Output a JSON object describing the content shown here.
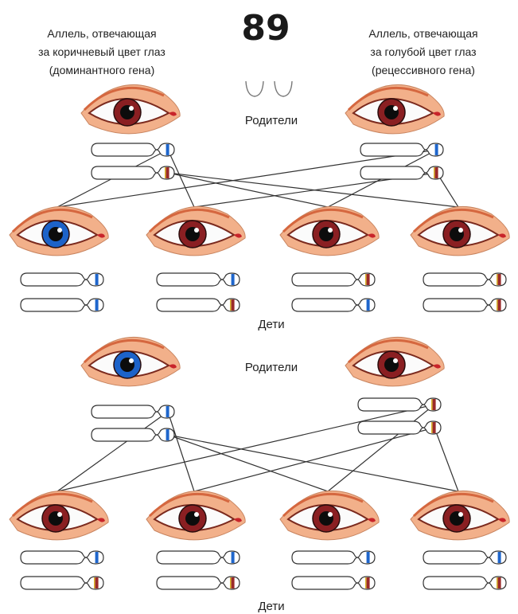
{
  "figure_number": "89",
  "legend_left": [
    "Аллель, отвечающая",
    "за коричневый цвет глаз",
    "(доминантного гена)"
  ],
  "legend_right": [
    "Аллель, отвечающая",
    "за голубой цвет глаз",
    "(рецессивного гена)"
  ],
  "parents_label": "Родители",
  "children_label": "Дети",
  "colors": {
    "brown_iris": "#8a1f22",
    "blue_iris": "#1d63c9",
    "skin": "#f2b08a",
    "lid": "#d5673f",
    "brown_allele": "#9a2a2a",
    "blue_allele": "#1f66cc",
    "line": "#333333"
  },
  "panels": [
    {
      "parents": [
        {
          "iris": "brown",
          "chromosomes": [
            "blue",
            "brown"
          ]
        },
        {
          "iris": "brown",
          "chromosomes": [
            "blue",
            "brown"
          ]
        }
      ],
      "children": [
        {
          "iris": "blue",
          "chromosomes": [
            "blue",
            "blue"
          ]
        },
        {
          "iris": "brown",
          "chromosomes": [
            "blue",
            "brown"
          ]
        },
        {
          "iris": "brown",
          "chromosomes": [
            "brown",
            "blue"
          ]
        },
        {
          "iris": "brown",
          "chromosomes": [
            "brown",
            "brown"
          ]
        }
      ]
    },
    {
      "parents": [
        {
          "iris": "blue",
          "chromosomes": [
            "blue",
            "blue"
          ]
        },
        {
          "iris": "brown",
          "chromosomes": [
            "brown",
            "brown"
          ]
        }
      ],
      "children": [
        {
          "iris": "brown",
          "chromosomes": [
            "blue",
            "brown"
          ]
        },
        {
          "iris": "brown",
          "chromosomes": [
            "blue",
            "brown"
          ]
        },
        {
          "iris": "brown",
          "chromosomes": [
            "blue",
            "brown"
          ]
        },
        {
          "iris": "brown",
          "chromosomes": [
            "blue",
            "brown"
          ]
        }
      ]
    }
  ]
}
